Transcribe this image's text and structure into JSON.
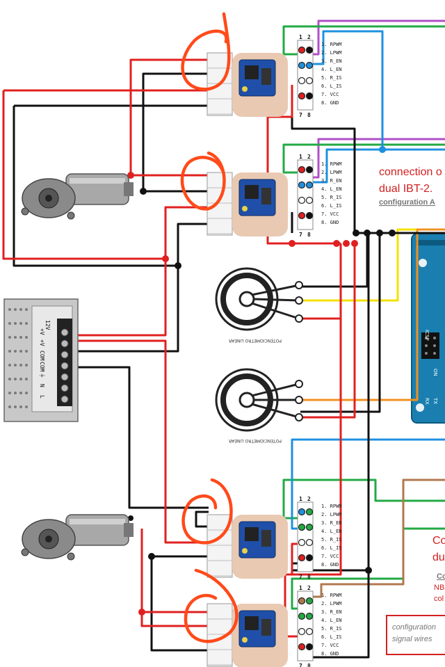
{
  "driver_pin_labels": [
    "1. RPWM",
    "2. LPWM",
    "3. R_EN",
    "4. L_EN",
    "5. R_IS",
    "6. L_IS",
    "7. VCC",
    "8. GND"
  ],
  "header_numbers": {
    "top_left": "1",
    "top_right": "2",
    "bottom_left": "7",
    "bottom_right": "8"
  },
  "potentiometer_caption": "POTENCIOMETRO LINEAR",
  "psu_labels": [
    "+V",
    "+V",
    "COM",
    "COM",
    "⏚",
    "N",
    "L"
  ],
  "psu_voltage": "12V",
  "notes": {
    "top_line1": "connection o",
    "top_line2": "dual IBT-2.",
    "top_sub": "configuration A",
    "bottom_line1": "Co",
    "bottom_line2": "du",
    "bottom_sub": "Co",
    "bottom_extra1": "NB",
    "bottom_extra2": "col",
    "box_line1": "configuration",
    "box_line2": "signal wires"
  },
  "arduino_labels": {
    "icsp": "ICSP",
    "on": "ON",
    "tx": "TX",
    "rx": "RX"
  },
  "wire_colors": {
    "red": "#e02020",
    "black": "#111111",
    "green": "#22aa44",
    "blue": "#1e90e0",
    "purple": "#b050c8",
    "yellow": "#f4e000",
    "orange": "#f09020",
    "brown": "#b07850",
    "circle": "#ff4a1a",
    "arduino": "#1a7fb0"
  }
}
